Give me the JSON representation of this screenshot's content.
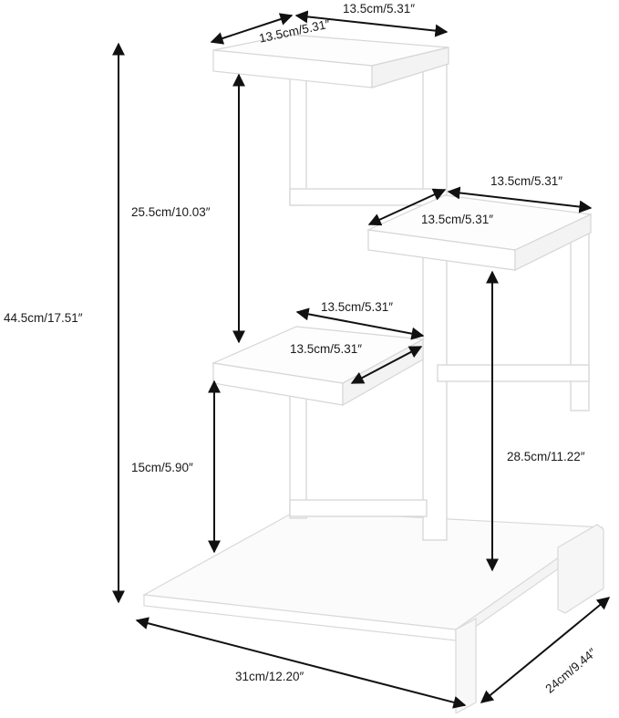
{
  "product": {
    "name_icon": "plant-stand-icon",
    "colors": {
      "frame": "#ffffff",
      "edge": "#d9d9d9",
      "shadow": "#eeeeee",
      "arrow": "#111111"
    }
  },
  "dimensions": {
    "top_shelf_width": "13.5cm/5.31″",
    "top_shelf_depth": "13.5cm/5.31″",
    "right_shelf_width": "13.5cm/5.31″",
    "right_shelf_depth": "13.5cm/5.31″",
    "left_shelf_width": "13.5cm/5.31″",
    "left_shelf_depth": "13.5cm/5.31″",
    "top_to_lower_gap": "25.5cm/10.03″",
    "total_height": "44.5cm/17.51″",
    "lower_shelf_height": "15cm/5.90″",
    "right_shelf_height": "28.5cm/11.22″",
    "base_width": "31cm/12.20″",
    "base_depth": "24cm/9.44″"
  }
}
